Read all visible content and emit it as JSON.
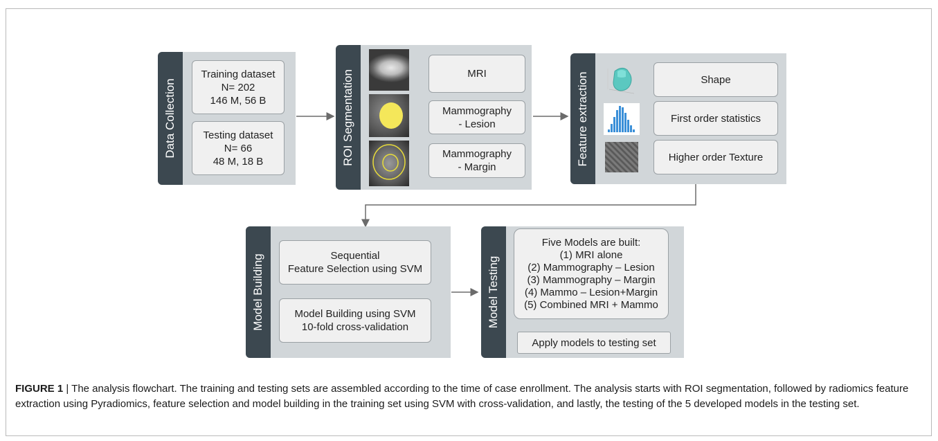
{
  "panels": {
    "data_collection": {
      "title": "Data Collection",
      "training": [
        "Training dataset",
        "N= 202",
        "146 M, 56 B"
      ],
      "testing": [
        "Testing dataset",
        "N= 66",
        "48 M, 18 B"
      ]
    },
    "roi_segmentation": {
      "title": "ROI Segmentation",
      "items": [
        [
          "MRI"
        ],
        [
          "Mammography",
          "- Lesion"
        ],
        [
          "Mammography",
          "- Margin"
        ]
      ]
    },
    "feature_extraction": {
      "title": "Feature extraction",
      "items": [
        "Shape",
        "First order statistics",
        "Higher order Texture"
      ]
    },
    "model_building": {
      "title": "Model Building",
      "selection": [
        "Sequential",
        "Feature Selection using SVM"
      ],
      "building": [
        "Model Building using SVM",
        "10-fold cross-validation"
      ]
    },
    "model_testing": {
      "title": "Model Testing",
      "models": [
        "Five Models are built:",
        "(1) MRI alone",
        "(2) Mammography – Lesion",
        "(3) Mammography – Margin",
        "(4) Mammo – Lesion+Margin",
        "(5) Combined MRI + Mammo"
      ],
      "apply": "Apply models to testing set"
    }
  },
  "caption": {
    "label": "FIGURE 1",
    "separator": " | ",
    "text": "The analysis flowchart. The training and testing sets are assembled according to the time of case enrollment. The analysis starts with ROI segmentation, followed by radiomics feature extraction using Pyradiomics, feature selection and model building in the training set using SVM with cross-validation, and lastly, the testing of the 5 developed models in the testing set."
  },
  "colors": {
    "panel_bg": "#d1d6d9",
    "tab_bg": "#3c4850",
    "box_bg": "#f0f0f0",
    "arrow": "#6b6b6b",
    "lesion_fill": "#f4e75a",
    "margin_outline": "#e8dc3a"
  }
}
